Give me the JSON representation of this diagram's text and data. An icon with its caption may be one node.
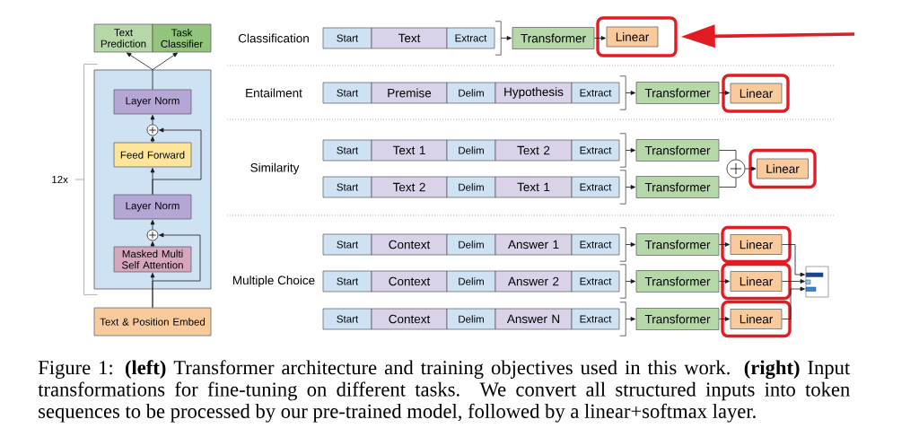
{
  "diagram": {
    "caption": "Figure 1: **(left)** Transformer architecture and training objectives used in this work. **(right)** Input transformations for fine-tuning on different tasks. We convert all structured inputs into token sequences to be processed by our pre-trained model, followed by a linear+softmax layer.",
    "nodes": [
      {
        "text": [
          "Text Prediction"
        ]
      },
      {
        "text": [
          "Task Classifier"
        ]
      },
      {
        "text": [],
        "shape": "box",
        "beside": [
          "12x"
        ]
      },
      {
        "text": [
          "Layer Norm"
        ],
        "in": 2
      },
      {
        "text": [],
        "shape": "circle",
        "in": 2
      },
      {
        "text": [
          "Feed Forward"
        ],
        "in": 2
      },
      {
        "text": [
          "Layer Norm"
        ],
        "in": 2
      },
      {
        "text": [],
        "shape": "circle",
        "in": 2
      },
      {
        "text": [
          "Masked Multi Self Attention"
        ],
        "in": 2
      },
      {
        "text": [
          "Text & Position Embed"
        ]
      },
      {
        "text": [
          "Start"
        ]
      },
      {
        "text": [
          "Text"
        ]
      },
      {
        "text": [
          "Extract"
        ]
      },
      {
        "text": [],
        "shape": "bracket"
      },
      {
        "text": [
          "Transformer"
        ]
      },
      {
        "text": [],
        "shape": "box"
      },
      {
        "text": [
          "Linear"
        ],
        "in": 15
      },
      {
        "text": [
          "Start"
        ]
      },
      {
        "text": [
          "Premise"
        ]
      },
      {
        "text": [
          "Delim"
        ]
      },
      {
        "text": [
          "Hypothesis"
        ]
      },
      {
        "text": [
          "Extract"
        ]
      },
      {
        "text": [],
        "shape": "bracket"
      },
      {
        "text": [
          "Transformer"
        ]
      },
      {
        "text": [],
        "shape": "box"
      },
      {
        "text": [
          "Linear"
        ],
        "in": 24
      },
      {
        "text": [
          "Start"
        ]
      },
      {
        "text": [
          "Text 1"
        ]
      },
      {
        "text": [
          "Delim"
        ]
      },
      {
        "text": [
          "Text 2"
        ]
      },
      {
        "text": [
          "Extract"
        ]
      },
      {
        "text": [],
        "shape": "bracket"
      },
      {
        "text": [
          "Transformer"
        ]
      },
      {
        "text": [
          "Start"
        ]
      },
      {
        "text": [
          "Text 2"
        ]
      },
      {
        "text": [
          "Delim"
        ]
      },
      {
        "text": [
          "Text 1"
        ]
      },
      {
        "text": [
          "Extract"
        ]
      },
      {
        "text": [],
        "shape": "bracket"
      },
      {
        "text": [
          "Transformer"
        ]
      },
      {
        "text": [],
        "shape": "circle"
      },
      {
        "text": [],
        "shape": "box"
      },
      {
        "text": [
          "Linear"
        ],
        "in": 41
      },
      {
        "text": [
          "Start"
        ]
      },
      {
        "text": [
          "Context"
        ]
      },
      {
        "text": [
          "Delim"
        ]
      },
      {
        "text": [
          "Answer 1"
        ]
      },
      {
        "text": [
          "Extract"
        ]
      },
      {
        "text": [],
        "shape": "bracket"
      },
      {
        "text": [
          "Transformer"
        ]
      },
      {
        "text": [],
        "shape": "box"
      },
      {
        "text": [
          "Linear"
        ],
        "in": 50
      },
      {
        "text": [
          "Start"
        ]
      },
      {
        "text": [
          "Context"
        ]
      },
      {
        "text": [
          "Delim"
        ]
      },
      {
        "text": [
          "Answer 2"
        ]
      },
      {
        "text": [
          "Extract"
        ]
      },
      {
        "text": [],
        "shape": "bracket"
      },
      {
        "text": [
          "Transformer"
        ]
      },
      {
        "text": [],
        "shape": "box"
      },
      {
        "text": [
          "Linear"
        ],
        "in": 59
      },
      {
        "text": [
          "Start"
        ]
      },
      {
        "text": [
          "Context"
        ]
      },
      {
        "text": [
          "Delim"
        ]
      },
      {
        "text": [
          "Answer N"
        ]
      },
      {
        "text": [
          "Extract"
        ]
      },
      {
        "text": [],
        "shape": "bracket"
      },
      {
        "text": [
          "Transformer"
        ]
      },
      {
        "text": [],
        "shape": "box"
      },
      {
        "text": [
          "Linear"
        ],
        "in": 68
      },
      {
        "text": [],
        "shape": "picture"
      }
    ],
    "edges": [
      {
        "from": 9,
        "to": 8,
        "arrow": "to"
      },
      {
        "from": 9,
        "to": 7,
        "arrow": "to"
      },
      {
        "from": 8,
        "to": 7,
        "arrow": "to"
      },
      {
        "from": 7,
        "to": 6,
        "arrow": "to"
      },
      {
        "from": 6,
        "to": 5,
        "arrow": "to"
      },
      {
        "from": 6,
        "to": 4,
        "arrow": "to"
      },
      {
        "from": 5,
        "to": 4,
        "arrow": "to"
      },
      {
        "from": 4,
        "to": 3,
        "arrow": "to"
      },
      {
        "from": 3,
        "to": 0,
        "arrow": "to"
      },
      {
        "from": 3,
        "to": 1,
        "arrow": "to"
      },
      {
        "from": 13,
        "to": 14,
        "arrow": "to"
      },
      {
        "from": 14,
        "to": 16,
        "arrow": "to"
      },
      {
        "from": null,
        "to": 15,
        "arrow": "to",
        "style": "thick",
        "color": "#e31b23"
      },
      {
        "from": 22,
        "to": 23,
        "arrow": "to"
      },
      {
        "from": 23,
        "to": 25,
        "arrow": "to"
      },
      {
        "from": 31,
        "to": 32,
        "arrow": "to"
      },
      {
        "from": 38,
        "to": 39,
        "arrow": "to"
      },
      {
        "from": 32,
        "to": 40,
        "arrow": "none"
      },
      {
        "from": 39,
        "to": 40,
        "arrow": "none"
      },
      {
        "from": 40,
        "to": 42,
        "arrow": "to"
      },
      {
        "from": 48,
        "to": 49,
        "arrow": "to"
      },
      {
        "from": 49,
        "to": 51,
        "arrow": "to"
      },
      {
        "from": 57,
        "to": 58,
        "arrow": "to"
      },
      {
        "from": 58,
        "to": 60,
        "arrow": "to"
      },
      {
        "from": 66,
        "to": 67,
        "arrow": "to"
      },
      {
        "from": 67,
        "to": 69,
        "arrow": "to"
      },
      {
        "from": 51,
        "to": 70,
        "arrow": "to"
      },
      {
        "from": 60,
        "to": 70,
        "arrow": "to"
      },
      {
        "from": 69,
        "to": 70,
        "arrow": "to"
      }
    ],
    "labels": [
      "Classification",
      "Entailment",
      "Similarity",
      "Multiple Choice"
    ]
  }
}
